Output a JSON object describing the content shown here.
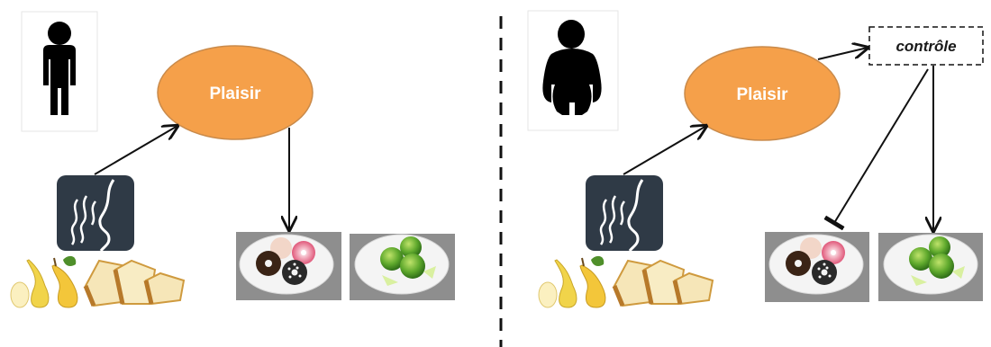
{
  "left_panel": {
    "person": "thin-person-icon",
    "node_pleasure": {
      "label": "Plaisir",
      "color": "#f5a04a",
      "stroke": "#c98a4a"
    },
    "odor": "smell-icon",
    "stimuli": [
      "pear-icon",
      "cake-icon"
    ],
    "plates": [
      "donuts-plate-image",
      "apples-plate-image"
    ]
  },
  "right_panel": {
    "person": "obese-person-icon",
    "node_pleasure": {
      "label": "Plaisir",
      "color": "#f5a04a",
      "stroke": "#c98a4a"
    },
    "node_control": {
      "label": "contrôle"
    },
    "odor": "smell-icon",
    "stimuli": [
      "pear-icon",
      "cake-icon"
    ],
    "plates": [
      "donuts-plate-image",
      "apples-plate-image"
    ]
  },
  "colors": {
    "divider": "#111111",
    "smell_tile": "#2f3a46",
    "plate_bg": "#8e8e8e"
  }
}
